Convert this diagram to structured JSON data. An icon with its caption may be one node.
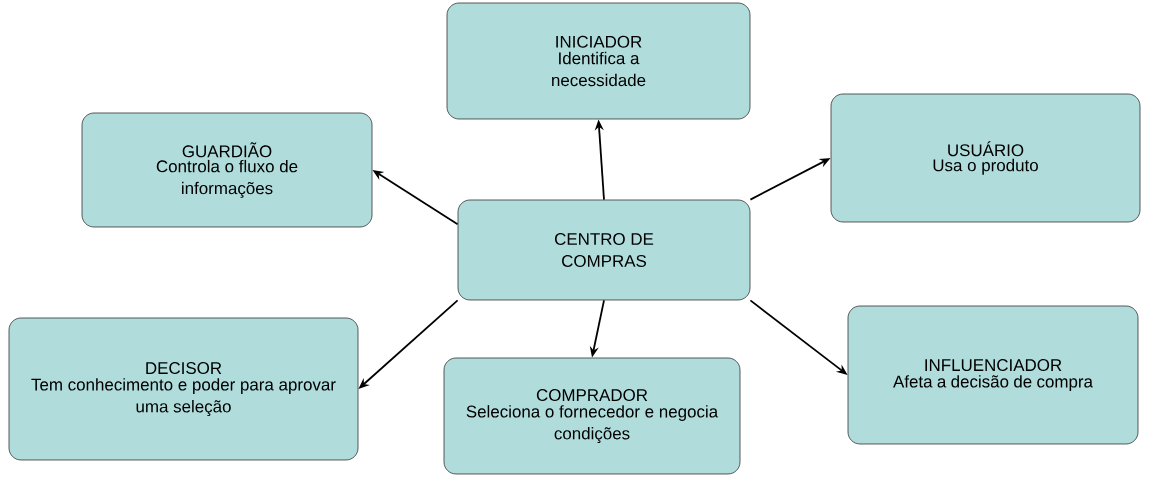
{
  "diagram": {
    "nodes": [
      {
        "text": [
          "INICIADOR",
          "Identifica a necessidade"
        ]
      },
      {
        "text": [
          "GUARDIÃO",
          "Controla o fluxo de informações"
        ]
      },
      {
        "text": [
          "USUÁRIO",
          "Usa o produto"
        ]
      },
      {
        "text": [
          "CENTRO DE COMPRAS"
        ]
      },
      {
        "text": [
          "DECISOR",
          "Tem conhecimento e poder para aprovar uma seleção"
        ]
      },
      {
        "text": [
          "COMPRADOR",
          "Seleciona o fornecedor e negocia condições"
        ]
      },
      {
        "text": [
          "INFLUENCIADOR",
          "Afeta a decisão de compra"
        ]
      }
    ],
    "edges": [
      {
        "from": 3,
        "to": 0,
        "arrow": "to"
      },
      {
        "from": 3,
        "to": 1,
        "arrow": "to"
      },
      {
        "from": 3,
        "to": 2,
        "arrow": "to"
      },
      {
        "from": 3,
        "to": 4,
        "arrow": "to"
      },
      {
        "from": 3,
        "to": 5,
        "arrow": "to"
      },
      {
        "from": 3,
        "to": 6,
        "arrow": "to"
      }
    ]
  }
}
